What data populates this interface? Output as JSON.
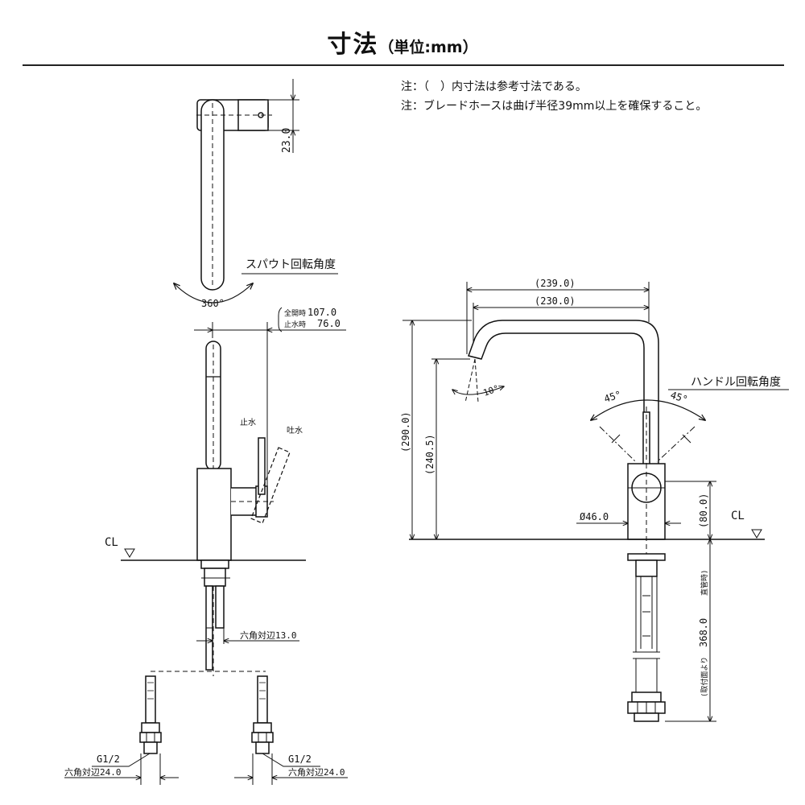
{
  "title": {
    "main": "寸法",
    "unit": "（単位:mm）"
  },
  "notes": [
    "注：（　）内寸法は参考寸法である。",
    "注：ブレードホースは曲げ半径39mm以上を確保すること。"
  ],
  "left_view": {
    "dim_top": "23.0",
    "spout_rotation_label": "スパウト回転角度",
    "spout_rotation_value": "360°",
    "full_open_label": "全開時",
    "full_open_value": "107.0",
    "stop_label": "止水時",
    "stop_value": "76.0",
    "handle_stop": "止水",
    "handle_discharge": "吐水",
    "centerline": "CL",
    "hex_13": "六角対辺13.0",
    "thread_left": "G1/2",
    "thread_right": "G1/2",
    "hex_24_left": "六角対辺24.0",
    "hex_24_right": "六角対辺24.0"
  },
  "right_view": {
    "dim_239": "(239.0)",
    "dim_230": "(230.0)",
    "dim_290": "(290.0)",
    "dim_240_5": "(240.5)",
    "angle_10": "10°",
    "handle_rotation_label": "ハンドル回転角度",
    "angle_left_45": "45°",
    "angle_right_45": "45°",
    "dia_46": "Ø46.0",
    "dim_80": "(80.0)",
    "centerline": "CL",
    "hose_length_prefix": "(取付面より",
    "hose_length_value": "368.0",
    "hose_length_suffix": "直管時)"
  }
}
